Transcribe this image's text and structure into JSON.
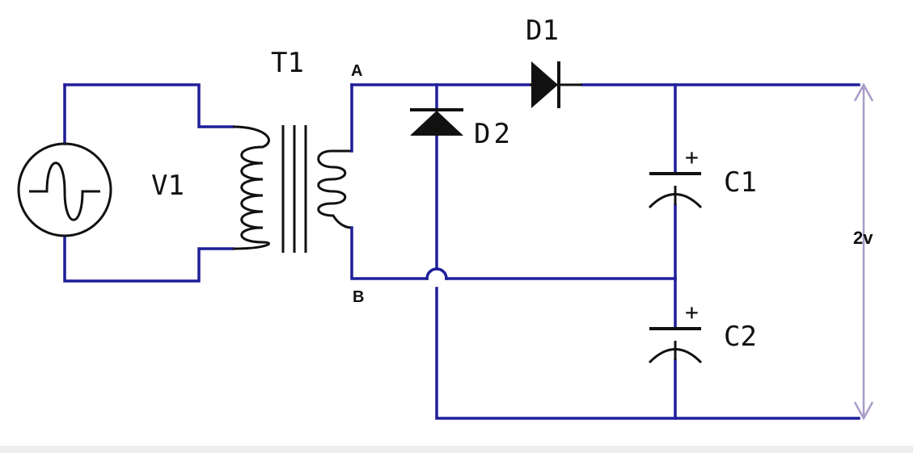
{
  "labels": {
    "source": "V1",
    "transformer": "T1",
    "diode1": "D1",
    "diode2": "D2",
    "cap1": "C1",
    "cap2": "C2",
    "node_a": "A",
    "node_b": "B",
    "output": "2v",
    "cap1_polarity": "+",
    "cap2_polarity": "+"
  },
  "colors": {
    "wire": "#1f1f9a",
    "component": "#111111",
    "dimension_arrow": "#a89cc8",
    "background": "#ffffff"
  }
}
